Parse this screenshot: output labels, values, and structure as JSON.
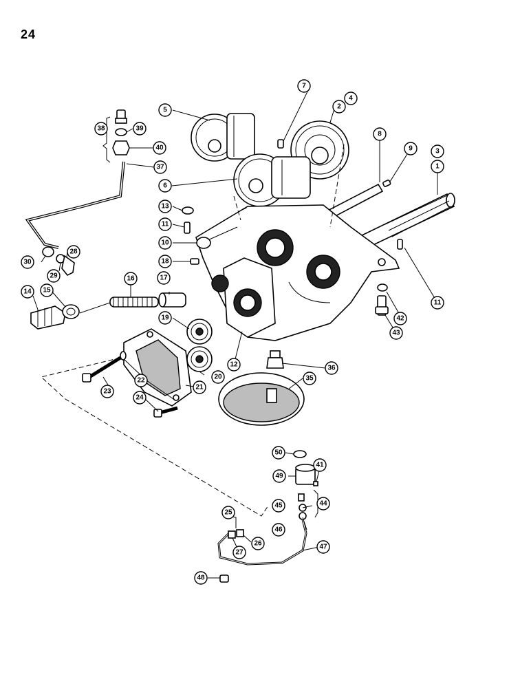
{
  "page": {
    "number": "24"
  },
  "callouts": [
    {
      "id": "c1",
      "label": "1"
    },
    {
      "id": "c2",
      "label": "2"
    },
    {
      "id": "c3",
      "label": "3"
    },
    {
      "id": "c4",
      "label": "4"
    },
    {
      "id": "c5",
      "label": "5"
    },
    {
      "id": "c6",
      "label": "6"
    },
    {
      "id": "c7",
      "label": "7"
    },
    {
      "id": "c8",
      "label": "8"
    },
    {
      "id": "c9",
      "label": "9"
    },
    {
      "id": "c10",
      "label": "10"
    },
    {
      "id": "c11a",
      "label": "11"
    },
    {
      "id": "c11b",
      "label": "11"
    },
    {
      "id": "c12",
      "label": "12"
    },
    {
      "id": "c13",
      "label": "13"
    },
    {
      "id": "c14",
      "label": "14"
    },
    {
      "id": "c15",
      "label": "15"
    },
    {
      "id": "c16",
      "label": "16"
    },
    {
      "id": "c17",
      "label": "17"
    },
    {
      "id": "c18",
      "label": "18"
    },
    {
      "id": "c19",
      "label": "19"
    },
    {
      "id": "c20",
      "label": "20"
    },
    {
      "id": "c21",
      "label": "21"
    },
    {
      "id": "c22",
      "label": "22"
    },
    {
      "id": "c23",
      "label": "23"
    },
    {
      "id": "c24",
      "label": "24"
    },
    {
      "id": "c25",
      "label": "25"
    },
    {
      "id": "c26",
      "label": "26"
    },
    {
      "id": "c27",
      "label": "27"
    },
    {
      "id": "c28",
      "label": "28"
    },
    {
      "id": "c29",
      "label": "29"
    },
    {
      "id": "c30",
      "label": "30"
    },
    {
      "id": "c35",
      "label": "35"
    },
    {
      "id": "c36",
      "label": "36"
    },
    {
      "id": "c37",
      "label": "37"
    },
    {
      "id": "c38",
      "label": "38"
    },
    {
      "id": "c39",
      "label": "39"
    },
    {
      "id": "c40",
      "label": "40"
    },
    {
      "id": "c41",
      "label": "41"
    },
    {
      "id": "c42",
      "label": "42"
    },
    {
      "id": "c43",
      "label": "43"
    },
    {
      "id": "c44",
      "label": "44"
    },
    {
      "id": "c45",
      "label": "45"
    },
    {
      "id": "c46",
      "label": "46"
    },
    {
      "id": "c47",
      "label": "47"
    },
    {
      "id": "c48",
      "label": "48"
    },
    {
      "id": "c49",
      "label": "49"
    },
    {
      "id": "c50",
      "label": "50"
    }
  ]
}
